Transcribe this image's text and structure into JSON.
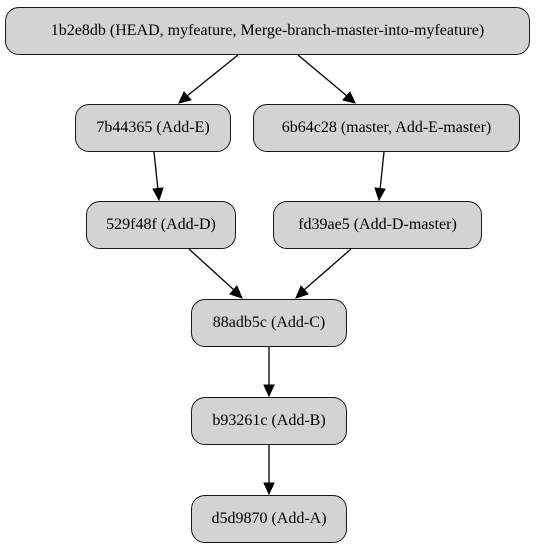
{
  "graph": {
    "nodes": [
      {
        "id": "n1",
        "label": "1b2e8db (HEAD, myfeature, Merge-branch-master-into-myfeature)"
      },
      {
        "id": "n2",
        "label": "7b44365 (Add-E)"
      },
      {
        "id": "n3",
        "label": "6b64c28 (master, Add-E-master)"
      },
      {
        "id": "n4",
        "label": "529f48f (Add-D)"
      },
      {
        "id": "n5",
        "label": "fd39ae5 (Add-D-master)"
      },
      {
        "id": "n6",
        "label": "88adb5c (Add-C)"
      },
      {
        "id": "n7",
        "label": "b93261c (Add-B)"
      },
      {
        "id": "n8",
        "label": "d5d9870 (Add-A)"
      }
    ],
    "edges": [
      {
        "from": "n1",
        "to": "n2"
      },
      {
        "from": "n1",
        "to": "n3"
      },
      {
        "from": "n2",
        "to": "n4"
      },
      {
        "from": "n3",
        "to": "n5"
      },
      {
        "from": "n4",
        "to": "n6"
      },
      {
        "from": "n5",
        "to": "n6"
      },
      {
        "from": "n6",
        "to": "n7"
      },
      {
        "from": "n7",
        "to": "n8"
      }
    ],
    "colors": {
      "node_fill": "#d3d3d3",
      "node_border": "#1a1a1a",
      "edge": "#000000",
      "background": "#ffffff"
    }
  }
}
